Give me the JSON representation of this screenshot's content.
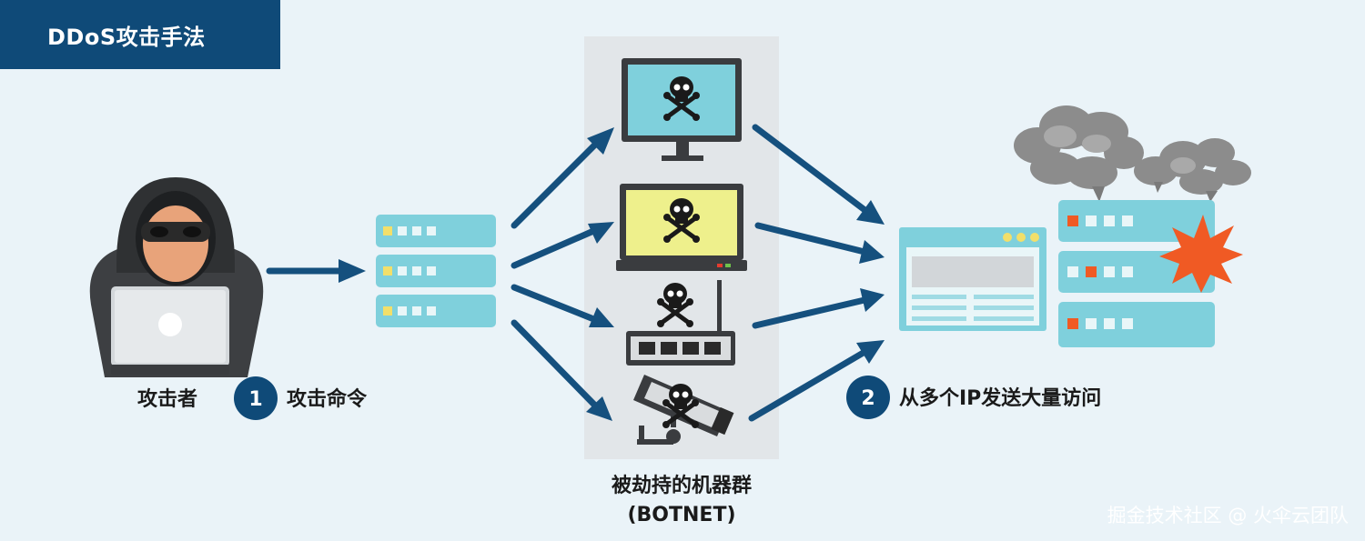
{
  "header": {
    "title": "DDoS攻击手法"
  },
  "labels": {
    "attacker": "攻击者",
    "step1_number": "1",
    "step1_text": "攻击命令",
    "step2_number": "2",
    "step2_text": "从多个IP发送大量访问",
    "botnet_line1": "被劫持的机器群",
    "botnet_line2": "(BOTNET)"
  },
  "watermark": "掘金技术社区 @ 火伞云团队",
  "colors": {
    "navy": "#0f4a78",
    "arrow": "#15507e",
    "teal": "#7fd0dc",
    "yellow": "#eef08c",
    "burst": "#f05a24",
    "smoke": "#8a8a8a",
    "panel": "#e2e6e9"
  }
}
